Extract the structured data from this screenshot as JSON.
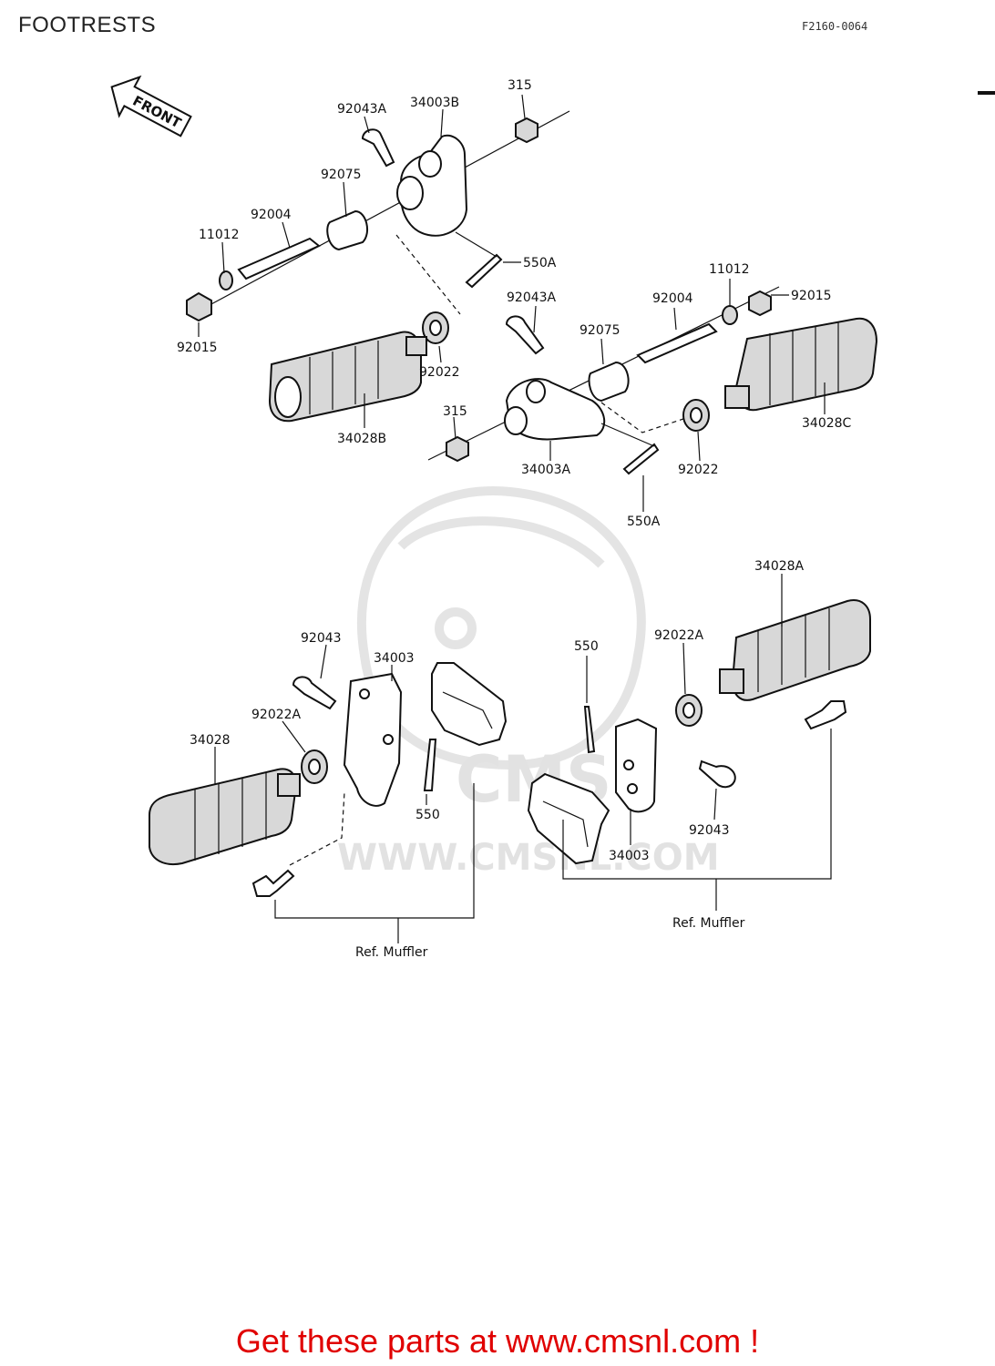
{
  "header": {
    "title": "FOOTRESTS",
    "diagram_code": "F2160-0064"
  },
  "arrow_label": "FRONT",
  "watermark": {
    "brand": "CMS",
    "url": "WWW.CMSNL.COM"
  },
  "callouts": {
    "c315_top": "315",
    "c34003B": "34003B",
    "c92043A_top": "92043A",
    "c92075_top": "92075",
    "c92004_top": "92004",
    "c11012_left": "11012",
    "c92015_left": "92015",
    "c550A_top": "550A",
    "c92022_left": "92022",
    "c34028B": "34028B",
    "c92043A_mid": "92043A",
    "c92004_right": "92004",
    "c11012_right": "11012",
    "c92015_right": "92015",
    "c92075_mid": "92075",
    "c34028C": "34028C",
    "c315_mid": "315",
    "c34003A": "34003A",
    "c92022_right": "92022",
    "c550A_bottom": "550A",
    "c34028A": "34028A",
    "c92022A_right": "92022A",
    "c550_right": "550",
    "c92043_left": "92043",
    "c34003_left": "34003",
    "c92022A_left": "92022A",
    "c34028": "34028",
    "c550_left": "550",
    "c92043_right": "92043",
    "c34003_right": "34003",
    "ref_muffler_left": "Ref.  Muffler",
    "ref_muffler_right": "Ref.  Muffler"
  },
  "footer": {
    "cta": "Get these parts at www.cmsnl.com !"
  },
  "colors": {
    "cta": "#e00000",
    "ink": "#111111",
    "watermark": "#e2e2e2"
  }
}
